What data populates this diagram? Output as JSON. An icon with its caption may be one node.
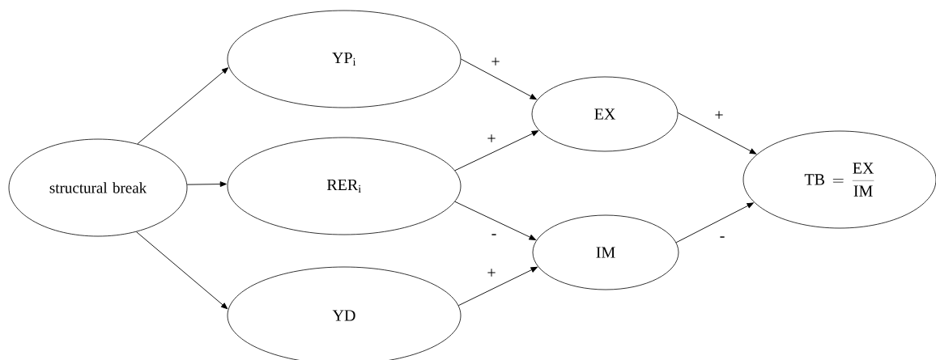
{
  "diagram": {
    "nodes": [
      {
        "text": [
          "structural break"
        ]
      },
      {
        "text": [
          "YP$_{i}$"
        ]
      },
      {
        "text": [
          "RER$_{i}$"
        ]
      },
      {
        "text": [
          "YD"
        ]
      },
      {
        "text": [
          "EX"
        ]
      },
      {
        "text": [
          "IM"
        ]
      },
      {
        "text": [
          "\\mathrm{TB} = \\frac{\\mathrm{EX}}{\\mathrm{IM}}"
        ]
      }
    ],
    "edges": [
      {
        "from": 0,
        "to": 1,
        "arrow": "to"
      },
      {
        "from": 0,
        "to": 2,
        "arrow": "to"
      },
      {
        "from": 0,
        "to": 3,
        "arrow": "to"
      },
      {
        "from": 1,
        "to": 4,
        "arrow": "to",
        "label": "+"
      },
      {
        "from": 2,
        "to": 4,
        "arrow": "to",
        "label": "+"
      },
      {
        "from": 2,
        "to": 5,
        "arrow": "to",
        "label": "-"
      },
      {
        "from": 3,
        "to": 5,
        "arrow": "to",
        "label": "+"
      },
      {
        "from": 4,
        "to": 6,
        "arrow": "to",
        "label": "+"
      },
      {
        "from": 5,
        "to": 6,
        "arrow": "to",
        "label": "-"
      }
    ]
  }
}
